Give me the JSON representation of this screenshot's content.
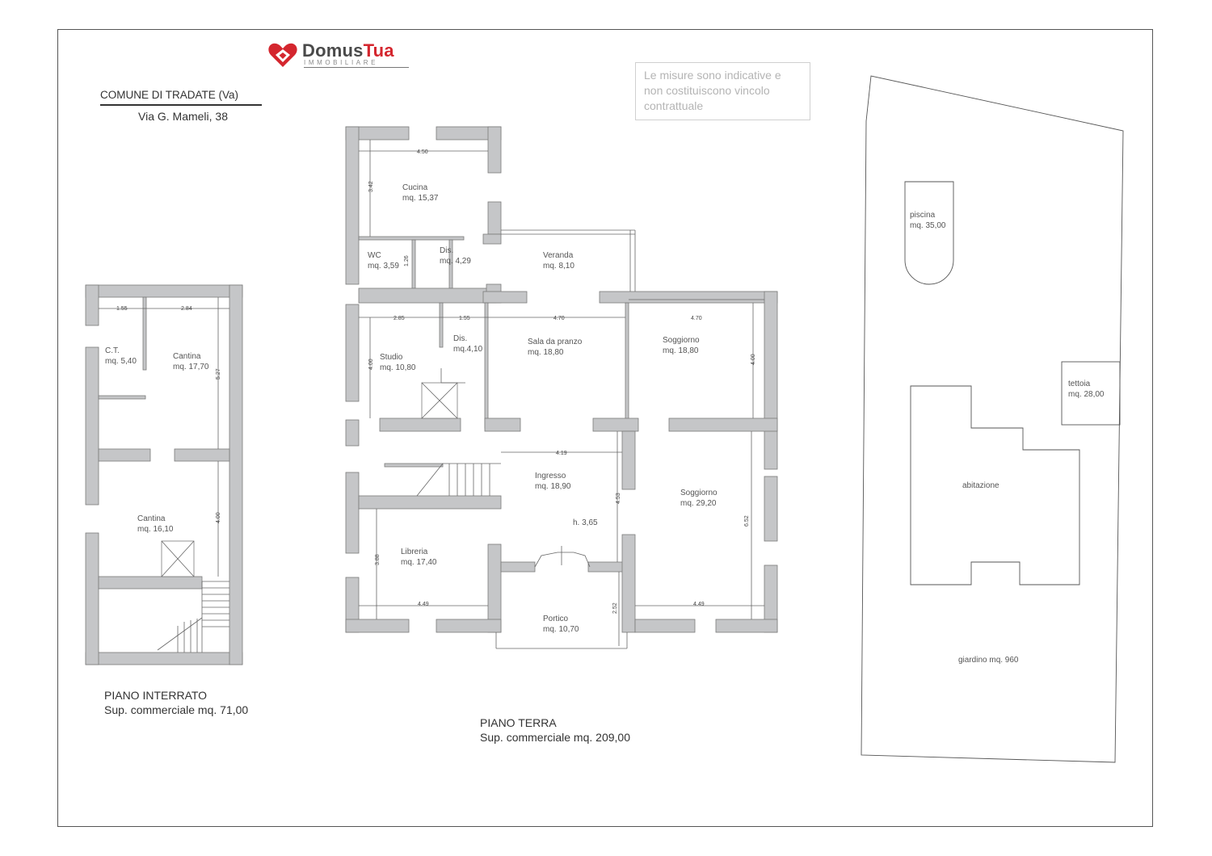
{
  "logo": {
    "name_part1": "Domus",
    "name_part2": "Tua",
    "subtitle": "IMMOBILIARE",
    "colors": {
      "brand_red": "#d4262e",
      "brand_grey": "#4a4a4a"
    }
  },
  "header": {
    "comune": "COMUNE DI  TRADATE (Va)",
    "address": "Via G. Mameli, 38"
  },
  "note": {
    "line1": "Le misure sono indicative e",
    "line2": "non costituiscono  vincolo",
    "line3": "contrattuale"
  },
  "basement": {
    "title": "PIANO INTERRATO",
    "surface": "Sup. commerciale mq. 71,00",
    "rooms": [
      {
        "name": "C.T.",
        "area": "mq. 5,40"
      },
      {
        "name": "Cantina",
        "area": "mq. 17,70"
      },
      {
        "name": "Cantina",
        "area": "mq. 16,10"
      }
    ],
    "dims": [
      "1.55",
      "2.84",
      "5.27",
      "4.00"
    ]
  },
  "ground": {
    "title": "PIANO TERRA",
    "surface": "Sup. commerciale mq. 209,00",
    "rooms": [
      {
        "name": "Cucina",
        "area": "mq. 15,37"
      },
      {
        "name": "WC",
        "area": "mq. 3,59"
      },
      {
        "name": "Dis.",
        "area": "mq. 4,29"
      },
      {
        "name": "Veranda",
        "area": "mq. 8,10"
      },
      {
        "name": "Dis.",
        "area": "mq.4,10"
      },
      {
        "name": "Studio",
        "area": "mq. 10,80"
      },
      {
        "name": "Sala da pranzo",
        "area": "mq. 18,80"
      },
      {
        "name": "Soggiorno",
        "area": "mq. 18,80"
      },
      {
        "name": "Ingresso",
        "area": "mq. 18,90"
      },
      {
        "name": "Soggiorno",
        "area": "mq. 29,20"
      },
      {
        "name": "Libreria",
        "area": "mq. 17,40"
      },
      {
        "name": "Portico",
        "area": "mq. 10,70"
      }
    ],
    "height": "h. 3,65",
    "dims": [
      "4.50",
      "3.42",
      "2.85",
      "1.55",
      "4.70",
      "4.70",
      "4.00",
      "4.00",
      "4.19",
      "4.53",
      "6.52",
      "3.88",
      "4.49",
      "4.49",
      "2.52",
      "1.26"
    ]
  },
  "site": {
    "pool": {
      "name": "piscina",
      "area": "mq. 35,00"
    },
    "canopy": {
      "name": "tettoia",
      "area": "mq. 28,00"
    },
    "house": "abitazione",
    "garden": "giardino mq. 960"
  },
  "colors": {
    "wall": "#c5c6c8",
    "wall_stroke": "#7a7a7a",
    "line": "#555555"
  }
}
